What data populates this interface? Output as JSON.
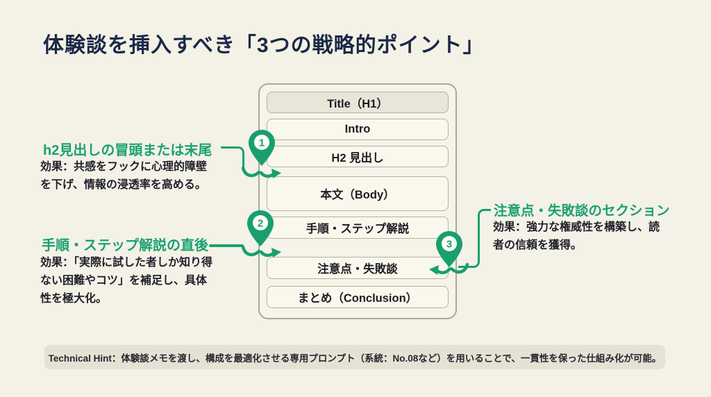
{
  "page": {
    "title": "体験談を挿入すべき「3つの戦略的ポイント」"
  },
  "colors": {
    "accent_green": "#17a06e",
    "title_navy": "#1b2947",
    "background_cream": "#f2efe4",
    "box_border_gray": "#b3b0a3"
  },
  "structure_diagram": {
    "boxes": [
      {
        "label": "Title（H1）"
      },
      {
        "label": "Intro"
      },
      {
        "label": "H2 見出し"
      },
      {
        "label": "本文（Body）"
      },
      {
        "label": "手順・ステップ解説"
      },
      {
        "label": "注意点・失敗談"
      },
      {
        "label": "まとめ（Conclusion）"
      }
    ]
  },
  "annotations": [
    {
      "number": "1",
      "heading": "h2見出しの冒頭または末尾",
      "body": "効果：共感をフックに心理的障壁\nを下げ、情報の浸透率を高める。",
      "side": "left"
    },
    {
      "number": "2",
      "heading": "手順・ステップ解説の直後",
      "body": "効果：「実際に試した者しか知り得\nない困難やコツ」を補足し、具体\n性を極大化。",
      "side": "left"
    },
    {
      "number": "3",
      "heading": "注意点・失敗談のセクション",
      "body": "効果：強力な権威性を構築し、読\n者の信頼を獲得。",
      "side": "right"
    }
  ],
  "footer": {
    "hint": "Technical Hint：体験談メモを渡し、構成を最適化させる専用プロンプト（系統：No.08など）を用いることで、一貫性を保った仕組み化が可能。"
  }
}
